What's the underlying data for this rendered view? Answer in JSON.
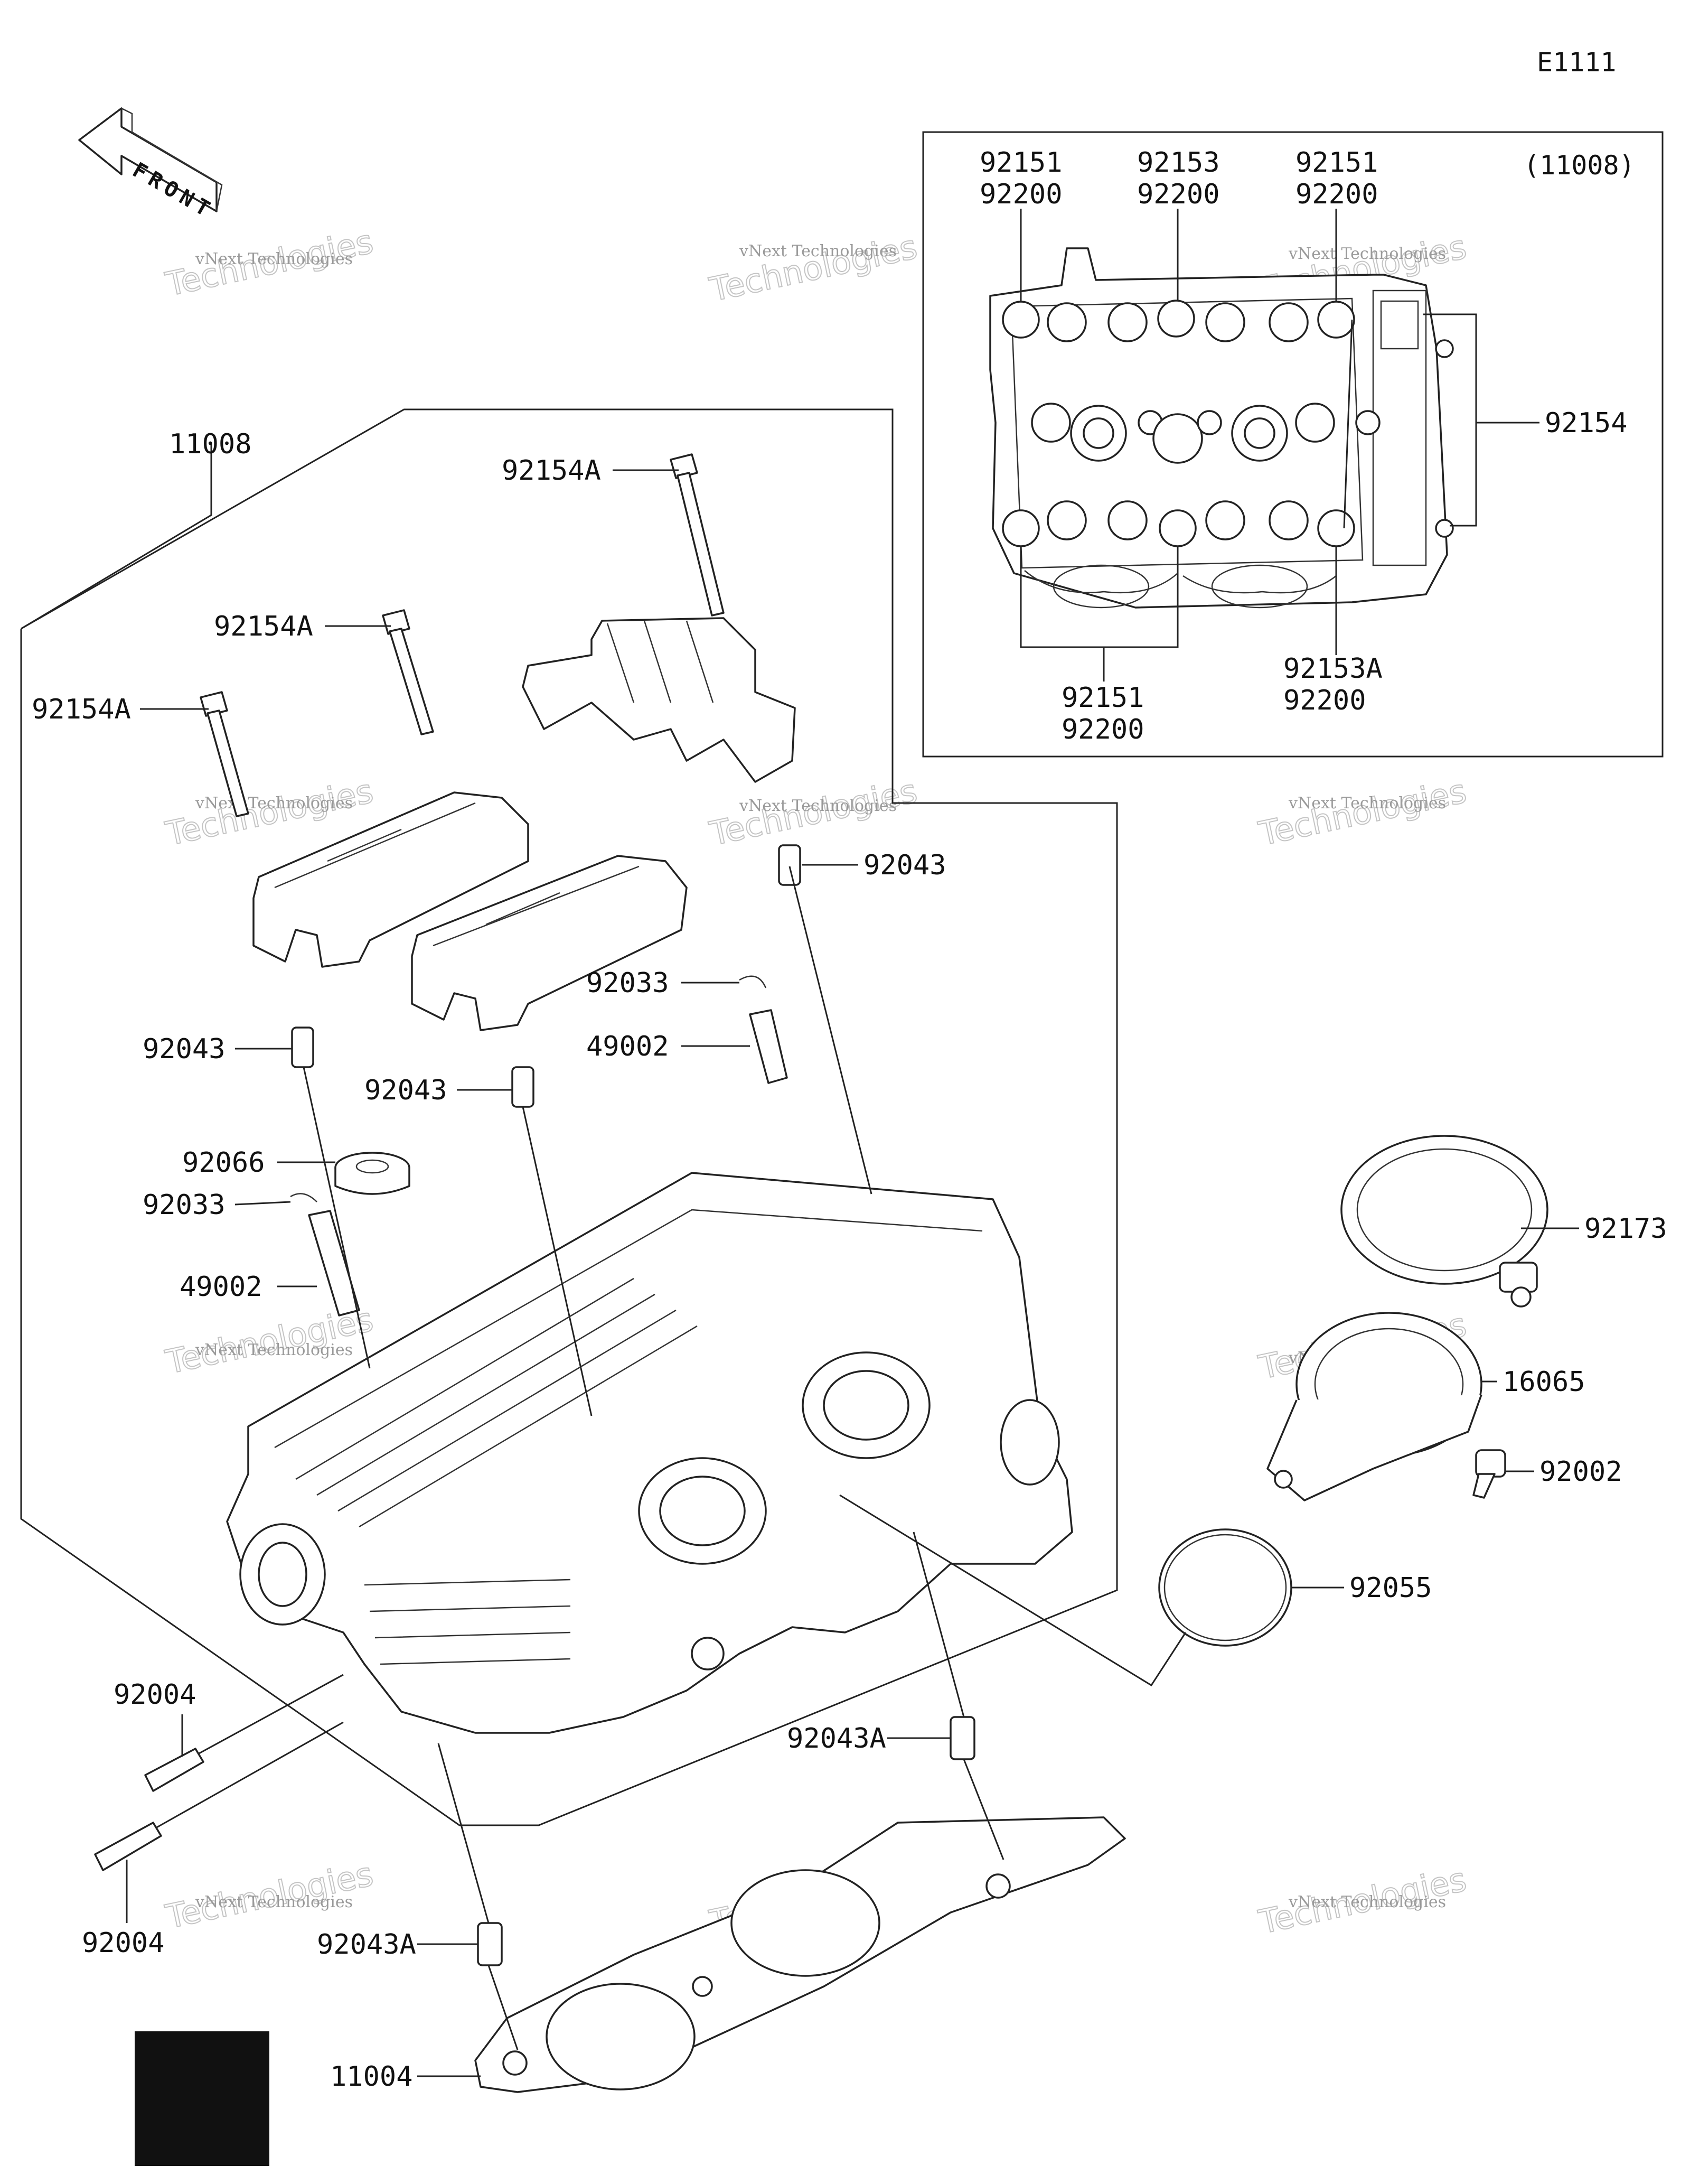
{
  "diagram_code": "E1111",
  "front_label": "FRONT",
  "inset_assembly_ref": "(11008)",
  "watermark": {
    "small": "vNext Technologies",
    "large": "Technologies",
    "mark": "vNext"
  },
  "colors": {
    "ink": "#222222",
    "background": "#ffffff",
    "watermark": "#9a9a9a",
    "block": "#111111"
  },
  "labels": {
    "p11008": "11008",
    "p92154A_a": "92154A",
    "p92154A_b": "92154A",
    "p92154A_c": "92154A",
    "p92043_a": "92043",
    "p92043_b": "92043",
    "p92043_c": "92043",
    "p92033_a": "92033",
    "p92033_b": "92033",
    "p49002_a": "49002",
    "p49002_b": "49002",
    "p92066": "92066",
    "p92173": "92173",
    "p16065": "16065",
    "p92002": "92002",
    "p92055": "92055",
    "p92004_a": "92004",
    "p92004_b": "92004",
    "p92043A_a": "92043A",
    "p92043A_b": "92043A",
    "p11004": "11004",
    "i92151_a": "92151",
    "i92200_a": "92200",
    "i92153": "92153",
    "i92200_b": "92200",
    "i92151_b": "92151",
    "i92200_c": "92200",
    "i92154": "92154",
    "i92151_c": "92151",
    "i92200_d": "92200",
    "i92153A": "92153A",
    "i92200_e": "92200"
  }
}
